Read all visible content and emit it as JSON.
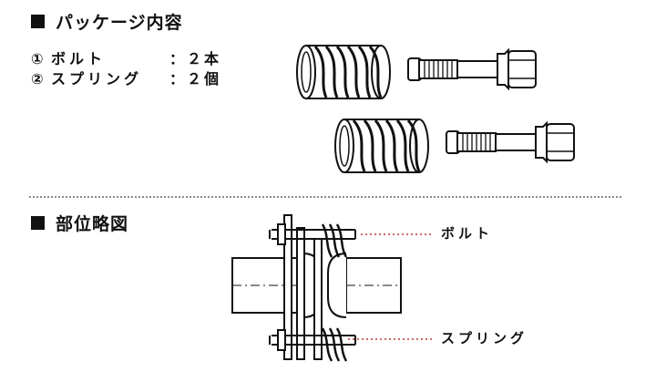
{
  "package": {
    "title": "パッケージ内容",
    "items": [
      {
        "num": "①",
        "name": "ボルト",
        "qty": "：２本"
      },
      {
        "num": "②",
        "name": "スプリング",
        "qty": "：２個"
      }
    ]
  },
  "diagram": {
    "title": "部位略図",
    "labels": {
      "bolt": "ボルト",
      "spring": "スプリング"
    }
  },
  "colors": {
    "leader_line": "#c0392b",
    "divider": "#8a8a8a"
  }
}
